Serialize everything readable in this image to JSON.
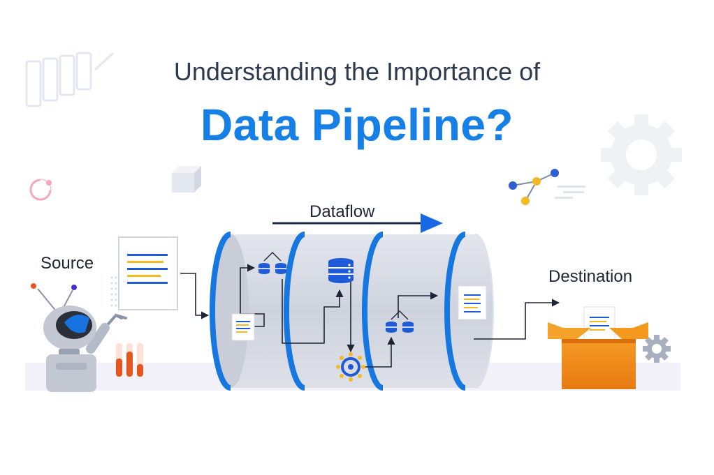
{
  "title": {
    "line1": "Understanding the Importance of",
    "line2": "Data Pipeline?"
  },
  "labels": {
    "source": "Source",
    "dataflow": "Dataflow",
    "destination": "Destination"
  },
  "colors": {
    "title_text": "#2f3a4c",
    "accent_blue": "#1680e6",
    "ring_blue": "#1677e0",
    "pipe_gray": "#d3d7e2",
    "box_orange": "#f08a1a",
    "document_yellow": "#f5b921"
  },
  "icons": [
    "robot-icon",
    "document-icon",
    "database-icon",
    "gear-icon",
    "cube-icon",
    "pie-chart-icon",
    "network-nodes-icon",
    "box-icon"
  ]
}
